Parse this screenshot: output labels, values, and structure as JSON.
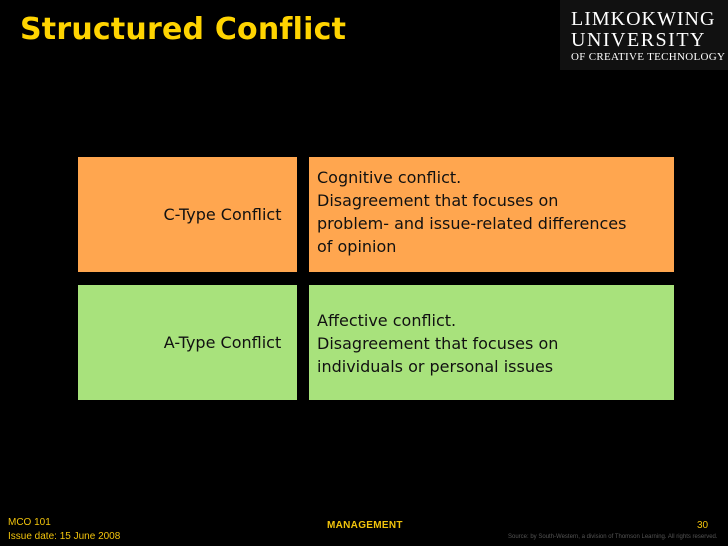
{
  "slide": {
    "title": "Structured Conflict"
  },
  "logo": {
    "line1": "LIMKOKWING",
    "line2": "UNIVERSITY",
    "line3": "OF CREATIVE TECHNOLOGY"
  },
  "rows": [
    {
      "label": "C-Type Conflict",
      "description_lines": [
        "Cognitive conflict.",
        "Disagreement that focuses on",
        "problem- and issue-related differences",
        "of opinion"
      ],
      "color": "#ffa64f"
    },
    {
      "label": "A-Type Conflict",
      "description_lines": [
        "Affective conflict.",
        "Disagreement that focuses on",
        "individuals or personal issues"
      ],
      "color": "#a8e27c"
    }
  ],
  "footer": {
    "course": "MCO 101",
    "issue_date": "Issue date: 15 June 2008",
    "subject": "MANAGEMENT",
    "page_number": "30",
    "source": "Source: by South-Western, a division of Thomson Learning.  All rights reserved."
  },
  "colors": {
    "background": "#000000",
    "title": "#ffd400",
    "footer_text": "#f2c40c"
  }
}
